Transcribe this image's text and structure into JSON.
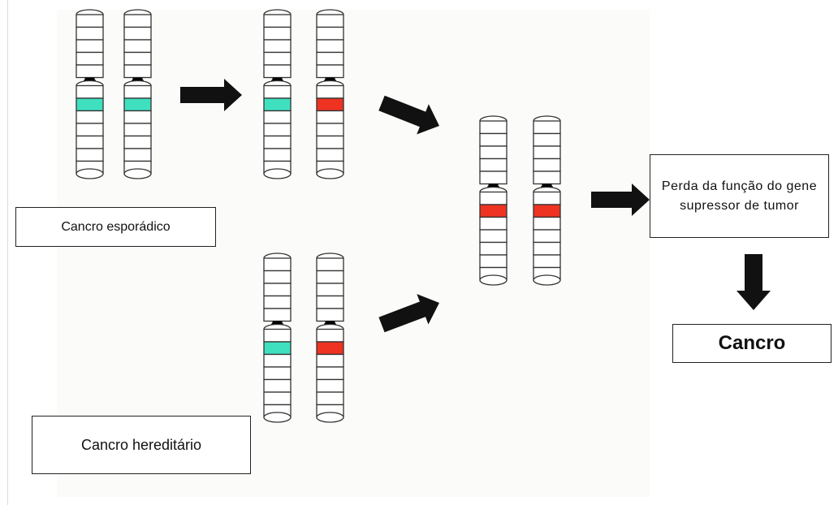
{
  "labels": {
    "sporadic": "Cancro esporádico",
    "hereditary": "Cancro hereditário",
    "loss": "Perda da função do gene supressor de tumor",
    "cancer": "Cancro"
  },
  "colors": {
    "normal_allele": "#3fe0c0",
    "mutant_allele": "#ee3322",
    "outline": "#333333",
    "arrow": "#111111"
  },
  "chromosome_pairs": [
    {
      "id": "sporadic-initial",
      "alleles": [
        "normal",
        "normal"
      ]
    },
    {
      "id": "sporadic-first-hit",
      "alleles": [
        "normal",
        "mutant"
      ]
    },
    {
      "id": "hereditary-initial",
      "alleles": [
        "normal",
        "mutant"
      ]
    },
    {
      "id": "second-hit",
      "alleles": [
        "mutant",
        "mutant"
      ]
    }
  ]
}
